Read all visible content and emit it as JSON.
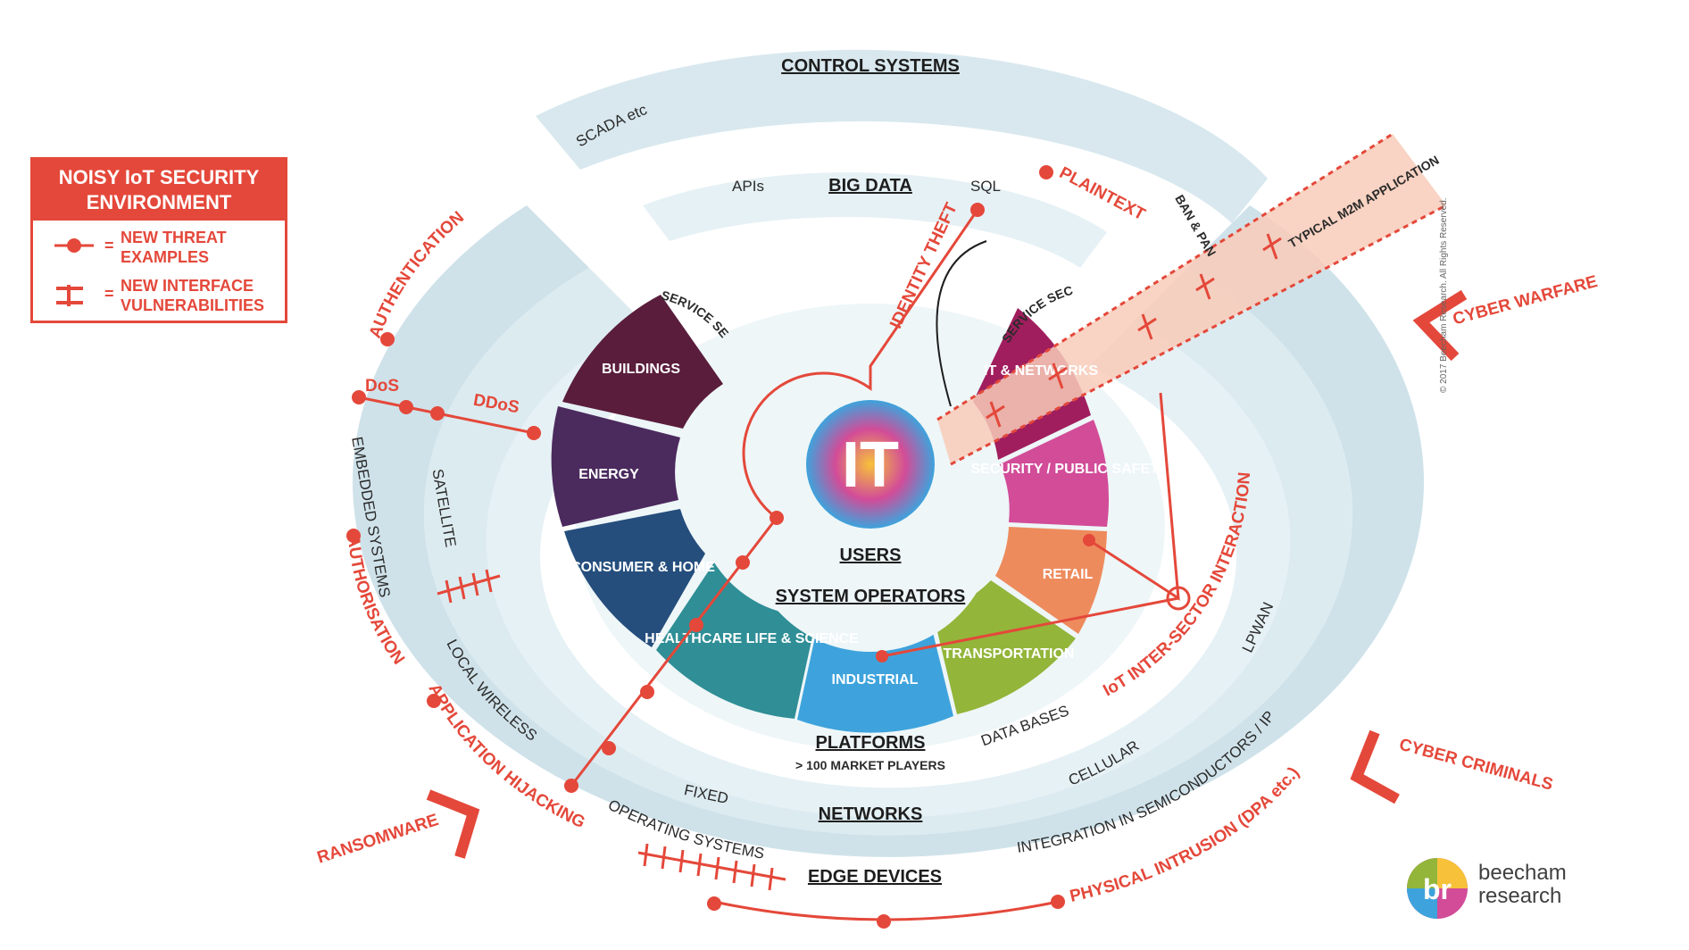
{
  "legend": {
    "title": "NOISY IoT SECURITY ENVIRONMENT",
    "threat_label": "NEW THREAT EXAMPLES",
    "interface_label": "NEW INTERFACE VULNERABILITIES",
    "equals": "="
  },
  "rings": {
    "control_systems": "CONTROL SYSTEMS",
    "scada": "SCADA etc",
    "big_data": "BIG DATA",
    "apis": "APIs",
    "sql": "SQL",
    "users": "USERS",
    "system_operators": "SYSTEM OPERATORS",
    "platforms": "PLATFORMS",
    "market_players": "> 100 MARKET PLAYERS",
    "networks": "NETWORKS",
    "edge_devices": "EDGE DEVICES",
    "embedded_systems": "EMBEDDED SYSTEMS",
    "satellite": "SATELLITE",
    "local_wireless": "LOCAL WIRELESS",
    "fixed": "FIXED",
    "operating_systems": "OPERATING SYSTEMS",
    "data_bases": "DATA BASES",
    "cellular": "CELLULAR",
    "lpwan": "LPWAN",
    "semiconductors": "INTEGRATION IN SEMICONDUCTORS / IP",
    "typical_m2m": "TYPICAL M2M APPLICATION",
    "ban_pan": "BAN & PAN",
    "service_sectors": "SERVICE SECTORS",
    "center": "IT"
  },
  "sectors": {
    "buildings": "BUILDINGS",
    "energy": "ENERGY",
    "consumer_home": "CONSUMER & HOME",
    "healthcare": "HEALTHCARE LIFE & SCIENCE",
    "industrial": "INDUSTRIAL",
    "transportation": "TRANSPORTATION",
    "retail": "RETAIL",
    "security": "SECURITY / PUBLIC SAFETY",
    "it_networks": "IT & NETWORKS"
  },
  "threats": {
    "authentication": "AUTHENTICATION",
    "dos": "DoS",
    "ddos": "DDoS",
    "authorisation": "AUTHORISATION",
    "application_hijacking": "APPLICATION HIJACKING",
    "ransomware": "RANSOMWARE",
    "identity_theft": "IDENTITY THEFT",
    "plaintext": "PLAINTEXT",
    "cyber_warfare": "CYBER WARFARE",
    "cyber_criminals": "CYBER CRIMINALS",
    "iot_inter_sector": "IoT INTER-SECTOR INTERACTIONS",
    "physical_intrusion": "PHYSICAL INTRUSION (DPA etc.)"
  },
  "brand": {
    "logo_mark": "br",
    "name_line1": "beecham",
    "name_line2": "research",
    "copyright": "© 2017 Beecham Research. All Rights Reserved."
  },
  "colors": {
    "threat": "#e4483a",
    "ring_outer": "#cfe2ea",
    "ring_mid": "#dcebf0",
    "ring_inner": "#e9f3f6",
    "buildings": "#5a1d3c",
    "energy": "#4b2a5e",
    "consumer": "#254e7d",
    "healthcare": "#2f8e96",
    "industrial": "#3ea3dc",
    "transportation": "#93b53a",
    "retail": "#ee8b5d",
    "security": "#d24c98",
    "it_networks": "#a01e5e"
  }
}
